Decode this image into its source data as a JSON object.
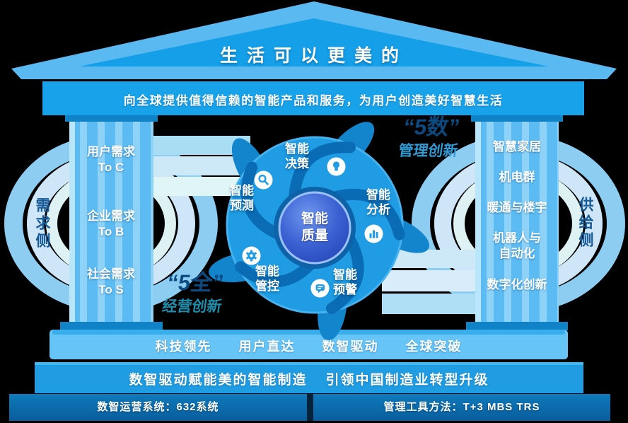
{
  "roof": {
    "slogan": "生活可以更美的"
  },
  "beam": {
    "mission": "向全球提供值得信赖的智能产品和服务，为用户创造美好智慧生活"
  },
  "side_labels": {
    "left": "需求侧",
    "right": "供给侧"
  },
  "demand_pillar": {
    "items": [
      {
        "line1": "用户需求",
        "line2": "To C"
      },
      {
        "line1": "企业需求",
        "line2": "To B"
      },
      {
        "line1": "社会需求",
        "line2": "To S"
      }
    ]
  },
  "supply_pillar": {
    "items": [
      {
        "line1": "智慧家居",
        "line2": ""
      },
      {
        "line1": "机电群",
        "line2": ""
      },
      {
        "line1": "暖通与楼宇",
        "line2": ""
      },
      {
        "line1": "机器人与",
        "line2": "自动化"
      },
      {
        "line1": "数字化创新",
        "line2": ""
      }
    ]
  },
  "callouts": {
    "management": {
      "headline": "“5数”",
      "subline": "管理创新"
    },
    "operation": {
      "headline": "“5全”",
      "subline": "经营创新"
    }
  },
  "pinwheel": {
    "center": {
      "line1": "智能",
      "line2": "质量"
    },
    "blades": [
      {
        "line1": "智能",
        "line2": "决策",
        "icon": "lightbulb-icon"
      },
      {
        "line1": "智能",
        "line2": "分析",
        "icon": "bar-chart-icon"
      },
      {
        "line1": "智能",
        "line2": "预警",
        "icon": "alert-bubble-icon"
      },
      {
        "line1": "智能",
        "line2": "管控",
        "icon": "gear-icon"
      },
      {
        "line1": "智能",
        "line2": "预测",
        "icon": "magnifier-icon"
      }
    ]
  },
  "stylobate": {
    "slogans": [
      "科技领先",
      "用户直达",
      "数智驱动",
      "全球突破"
    ]
  },
  "banner": {
    "left": "数智驱动赋能美的智能制造",
    "right": "引领中国制造业转型升级"
  },
  "footer": {
    "left": "数智运营系统：632系统",
    "right": "管理工具方法：T+3  MBS  TRS"
  },
  "colors": {
    "primary_blue": "#1f9ce4",
    "roof_light_blue": "#5ab9f0",
    "roof_inner_blue": "#149fe8",
    "pillar_stripe": "#8ed2f8",
    "pale_arc": "#cfe6f8",
    "navy_headline": "#0d4a80",
    "side_label_navy": "#155a96",
    "management_sub": "#2f9bd4",
    "operation_sub": "#1b8fae",
    "center_circle": "#2d4fc2",
    "footer_bar": "#0a5d9b",
    "text_white": "#ffffff"
  }
}
